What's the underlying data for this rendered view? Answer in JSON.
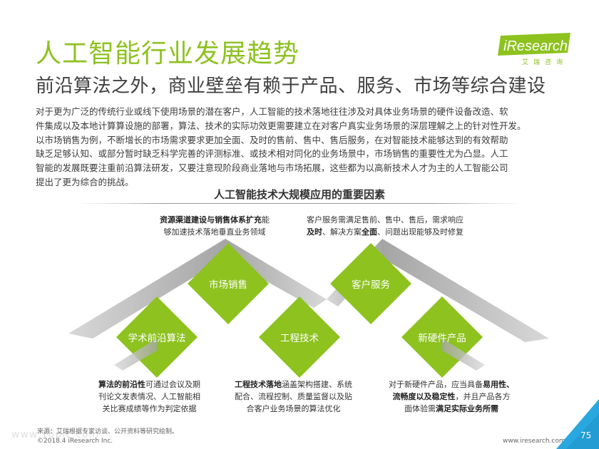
{
  "header": {
    "title": "人工智能行业发展趋势",
    "subtitle": "前沿算法之外，商业壁垒有赖于产品、服务、市场等综合建设"
  },
  "logo": {
    "brand": "iResearch",
    "cn": "艾瑞咨询"
  },
  "body_lines": [
    "对于更为广泛的传统行业或线下使用场景的潜在客户，人工智能的技术落地往往涉及对具体业务场景的硬件设备改造、软",
    "件集成以及本地计算算设施的部署，算法、技术的实际功效更需要建立在对客户真实业务场景的深层理解之上的针对性开发。",
    "以市场销售为例，不断增长的市场需求要求更加全面、及时的售前、售中、售后服务，在对智能技术能够达到的有效帮助",
    "缺乏足够认知、或部分暂时缺乏科学完善的评测标准、或技术相对同化的业务场景中，市场销售的重要性尤为凸显。人工",
    "智能的发展既要注重前沿算法研发，又要注意现阶段商业落地与市场拓展，这些都为以高新技术人才为主的人工智能公司",
    "提出了更为综合的挑战。"
  ],
  "section_title": "人工智能技术大规模应用的重要因素",
  "diamonds": [
    {
      "label": "学术前沿算法"
    },
    {
      "label": "市场销售"
    },
    {
      "label": "工程技术"
    },
    {
      "label": "客户服务"
    },
    {
      "label": "新硬件产品"
    }
  ],
  "descriptions": {
    "market": {
      "l1b": "资源渠道建设与销售体系扩充",
      "l1": "能",
      "l2": "够加速技术落地垂直业务领域"
    },
    "service": {
      "l1": "客户服务需满足售前、售中、售后，需求响应",
      "l2b1": "及时",
      "l2a": "、解决方案",
      "l2b2": "全面",
      "l2c": "、问题出现能够及时修复"
    },
    "academic": {
      "l1b": "算法的前沿性",
      "l1": "可通过会议及期",
      "l2": "刊论文发表情况、人工智能相",
      "l3": "关比赛成绩等作为判定依据"
    },
    "engineering": {
      "l1b": "工程技术落地",
      "l1": "涵盖架构搭建、系统",
      "l2": "配合、流程控制、质量监督以及贴",
      "l3": "合客户业务场景的算法优化"
    },
    "hardware": {
      "l1": "对于新硬件产品，应当具备",
      "l1b": "易用性、",
      "l2b": "流畅度以及稳定性",
      "l2": "，并且产品各方",
      "l3a": "面体验需",
      "l3b": "满足实际业务所需"
    }
  },
  "footer": {
    "source": "来源：艾瑞根据专家访谈、公开资料等研究绘制。",
    "copyright": "©2018.4 iResearch Inc.",
    "website": "www.iresearch.com.cn",
    "page_number": "75",
    "watermark": "www.16pic.com"
  },
  "colors": {
    "accent": "#8dc21f",
    "diamond": "#8dc21f",
    "roof": "#9a9a9a",
    "corner": "#29a8e0"
  }
}
